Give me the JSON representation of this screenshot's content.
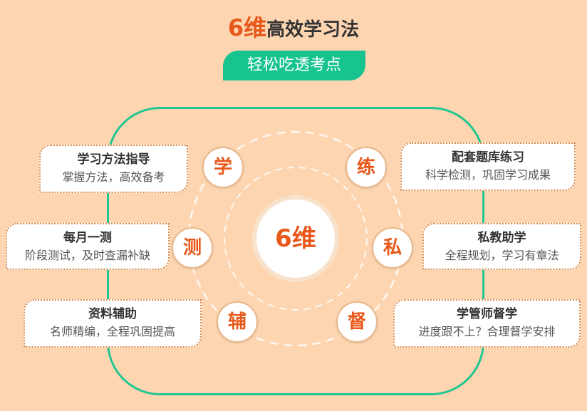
{
  "header": {
    "title_num": "6维",
    "title_rest": "高效学习法",
    "subtitle": "轻松吃透考点"
  },
  "center": {
    "label": "6维"
  },
  "colors": {
    "accent": "#e8581a",
    "green": "#17c48f",
    "background": "#fdd6b1"
  },
  "nodes": [
    {
      "char": "学",
      "title": "学习方法指导",
      "desc": "掌握方法，高效备考"
    },
    {
      "char": "测",
      "title": "每月一测",
      "desc": "阶段测试，及时查漏补缺"
    },
    {
      "char": "辅",
      "title": "资料辅助",
      "desc": "名师精编，全程巩固提高"
    },
    {
      "char": "练",
      "title": "配套题库练习",
      "desc": "科学检测，巩固学习成果"
    },
    {
      "char": "私",
      "title": "私教助学",
      "desc": "全程规划，学习有章法"
    },
    {
      "char": "督",
      "title": "学管师督学",
      "desc": "进度跟不上？合理督学安排"
    }
  ]
}
